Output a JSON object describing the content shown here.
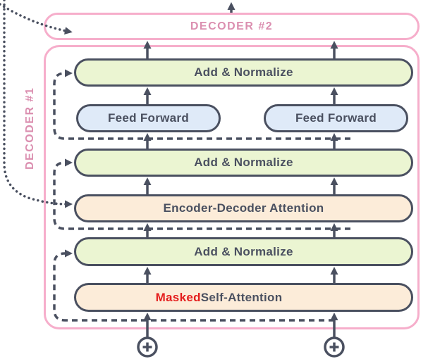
{
  "diagram": {
    "title_boxes": {
      "decoder2_label": "DECODER #2",
      "decoder1_label": "DECODER #1"
    },
    "layers": {
      "add_normalize_top": "Add & Normalize",
      "feed_forward_left": "Feed Forward",
      "feed_forward_right": "Feed Forward",
      "add_normalize_mid": "Add & Normalize",
      "encoder_decoder_attention": "Encoder-Decoder Attention",
      "add_normalize_bottom": "Add & Normalize",
      "masked_self_attention_highlight": "Masked",
      "masked_self_attention_rest": "Self-Attention"
    },
    "icons": {
      "left_input": "circled-plus",
      "right_input": "circled-plus"
    },
    "colors": {
      "outline_dark": "#4a5060",
      "pink_border": "#f6aecb",
      "pink_text": "#db8fb0",
      "add_normalize_fill": "#ebf5d2",
      "feed_forward_fill": "#dfeaf8",
      "attention_fill": "#fcecd9",
      "masked_text": "#e41d1d",
      "background": "#ffffff"
    }
  }
}
